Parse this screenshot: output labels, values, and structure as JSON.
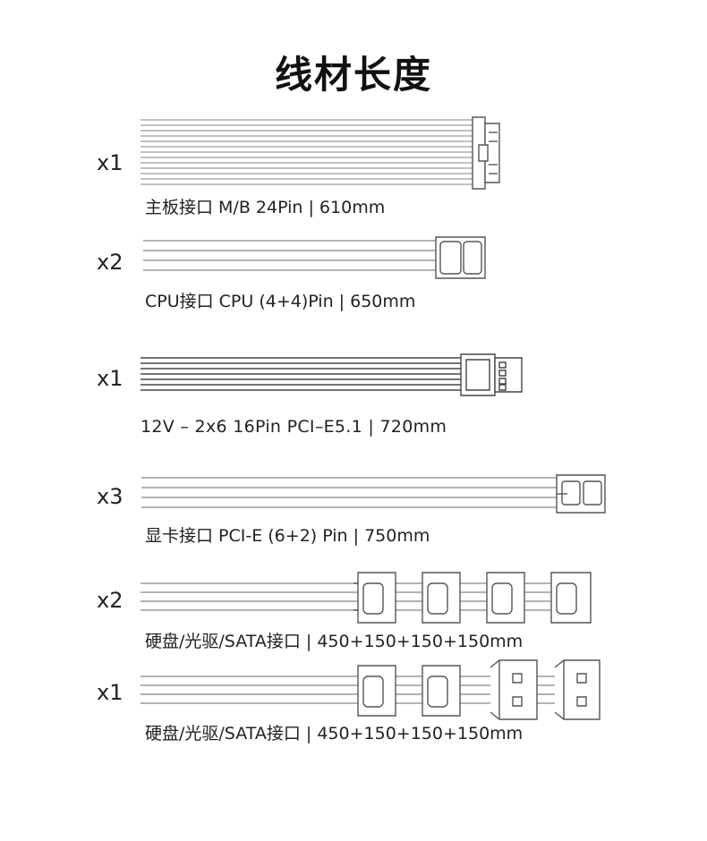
{
  "title": "线材长度",
  "cables": [
    {
      "id": "mb",
      "qty": "x1",
      "label": "主板接口 M/B 24Pin | 610mm",
      "connector": "atx-24pin"
    },
    {
      "id": "cpu",
      "qty": "x2",
      "label": "CPU接口 CPU (4+4)Pin | 650mm",
      "connector": "cpu-8pin"
    },
    {
      "id": "pcie5",
      "qty": "x1",
      "label": "12V – 2x6 16Pin  PCI–E5.1  |  720mm",
      "connector": "12v-2x6"
    },
    {
      "id": "pcie",
      "qty": "x3",
      "label": "显卡接口 PCI-E (6+2) Pin | 750mm",
      "connector": "pcie-6+2"
    },
    {
      "id": "sata1",
      "qty": "x2",
      "label": "硬盘/光驱/SATA接口 | 450+150+150+150mm",
      "connector": "sata-x4"
    },
    {
      "id": "sata2",
      "qty": "x1",
      "label": "硬盘/光驱/SATA接口 | 450+150+150+150mm",
      "connector": "sata-x2-molex-x2"
    }
  ],
  "colors": {
    "wire": "#9a9a9a",
    "outline": "#555555",
    "text": "#222222"
  }
}
